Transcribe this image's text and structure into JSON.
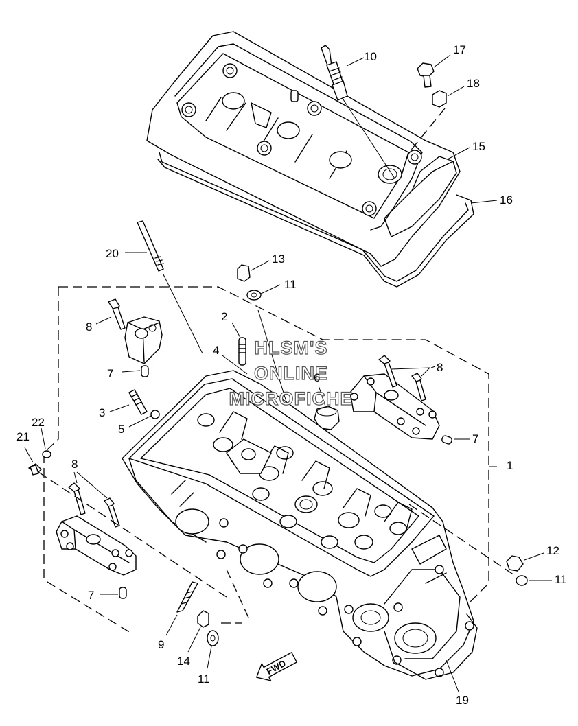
{
  "diagram": {
    "callouts": {
      "c1": "1",
      "c2": "2",
      "c3": "3",
      "c4": "4",
      "c5": "5",
      "c6": "6",
      "c7a": "7",
      "c7b": "7",
      "c7c": "7",
      "c8a": "8",
      "c8b": "8",
      "c8c": "8",
      "c9": "9",
      "c10": "10",
      "c11a": "11",
      "c11b": "11",
      "c11c": "11",
      "c12": "12",
      "c13": "13",
      "c14": "14",
      "c15": "15",
      "c16": "16",
      "c17": "17",
      "c18": "18",
      "c19": "19",
      "c20": "20",
      "c21": "21",
      "c22": "22"
    },
    "watermark": [
      "HLSM'S",
      "ONLINE",
      "MICROFICHE"
    ],
    "direction_label": "FWD"
  }
}
